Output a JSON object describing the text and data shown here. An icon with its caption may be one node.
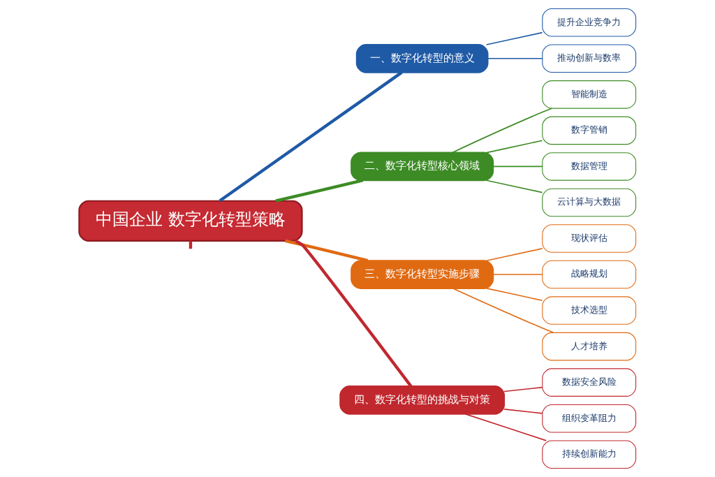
{
  "diagram": {
    "nodes": [
      {
        "text": [
          "中国企业 数字化转型策略"
        ]
      },
      {
        "text": [
          "一、数字化转型的意义"
        ]
      },
      {
        "text": [
          "提升企业竞争力"
        ]
      },
      {
        "text": [
          "推动创新与数率"
        ]
      },
      {
        "text": [
          "二、数字化转型核心领域"
        ]
      },
      {
        "text": [
          "智能制造"
        ]
      },
      {
        "text": [
          "数字管销"
        ]
      },
      {
        "text": [
          "数据管理"
        ]
      },
      {
        "text": [
          "云计算与大数据"
        ]
      },
      {
        "text": [
          "三、数字化转型实施步骤"
        ]
      },
      {
        "text": [
          "现状评估"
        ]
      },
      {
        "text": [
          "战略规划"
        ]
      },
      {
        "text": [
          "技术选型"
        ]
      },
      {
        "text": [
          "人才培养"
        ]
      },
      {
        "text": [
          "四、数字化转型的挑战与对策"
        ]
      },
      {
        "text": [
          "数据安全风险"
        ]
      },
      {
        "text": [
          "组织变革阻力"
        ]
      },
      {
        "text": [
          "持续创新能力"
        ]
      }
    ],
    "edges": [
      {
        "from": 0,
        "to": 1,
        "arrow": "none",
        "style": "thick",
        "color": "#1f5aa6"
      },
      {
        "from": 0,
        "to": 4,
        "arrow": "none",
        "style": "thick",
        "color": "#3d8b25"
      },
      {
        "from": 0,
        "to": 9,
        "arrow": "none",
        "style": "thick",
        "color": "#e06a12"
      },
      {
        "from": 0,
        "to": 14,
        "arrow": "none",
        "style": "thick",
        "color": "#c0282e"
      },
      {
        "from": 0,
        "to": null,
        "arrow": "none",
        "style": "thick",
        "color": "#c0282e"
      },
      {
        "from": 1,
        "to": 2,
        "arrow": "none",
        "color": "#1f5aa6"
      },
      {
        "from": 1,
        "to": 3,
        "arrow": "none",
        "color": "#1f5aa6"
      },
      {
        "from": 4,
        "to": 5,
        "arrow": "none",
        "color": "#3d8b25"
      },
      {
        "from": 4,
        "to": 6,
        "arrow": "none",
        "color": "#3d8b25"
      },
      {
        "from": 4,
        "to": 7,
        "arrow": "none",
        "color": "#3d8b25"
      },
      {
        "from": 4,
        "to": 8,
        "arrow": "none",
        "color": "#3d8b25"
      },
      {
        "from": 9,
        "to": 10,
        "arrow": "none",
        "color": "#e06a12"
      },
      {
        "from": 9,
        "to": 11,
        "arrow": "none",
        "color": "#e06a12"
      },
      {
        "from": 9,
        "to": 12,
        "arrow": "none",
        "color": "#e06a12"
      },
      {
        "from": 9,
        "to": 13,
        "arrow": "none",
        "color": "#e06a12"
      },
      {
        "from": 14,
        "to": 15,
        "arrow": "none",
        "color": "#c0282e"
      },
      {
        "from": 14,
        "to": 16,
        "arrow": "none",
        "color": "#c0282e"
      },
      {
        "from": 14,
        "to": 17,
        "arrow": "none",
        "color": "#c0282e"
      }
    ]
  }
}
